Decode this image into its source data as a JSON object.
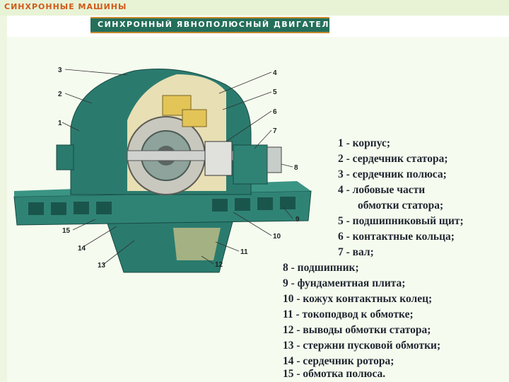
{
  "header": {
    "section": "СИНХРОННЫЕ МАШИНЫ",
    "title": "СИНХРОННЫЙ ЯВНОПОЛЮСНЫЙ ДВИГАТЕЛЬ"
  },
  "callouts": [
    "1",
    "2",
    "3",
    "4",
    "5",
    "6",
    "7",
    "8",
    "9",
    "10",
    "11",
    "12",
    "13",
    "14",
    "15"
  ],
  "legend": [
    "1 - корпус;",
    "2 - сердечник статора;",
    "3 - сердечник полюса;",
    "4 - лобовые части",
    "обмотки статора;",
    "5 - подшипниковый щит;",
    "6 - контактные кольца;",
    "7 - вал;",
    "8 - подшипник;",
    "9 - фундаментная плита;",
    "10 - кожух контактных колец;",
    "11 - токоподвод к обмотке;",
    "12 - выводы обмотки статора;",
    "13 - стержни пусковой обмотки;",
    "14 - сердечник ротора;",
    "15 - обмотка полюса."
  ],
  "colors": {
    "machine": "#2a7b6e",
    "machine_dark": "#1e5f55",
    "cut": "#e8dfb4",
    "accent": "#d05a18"
  }
}
